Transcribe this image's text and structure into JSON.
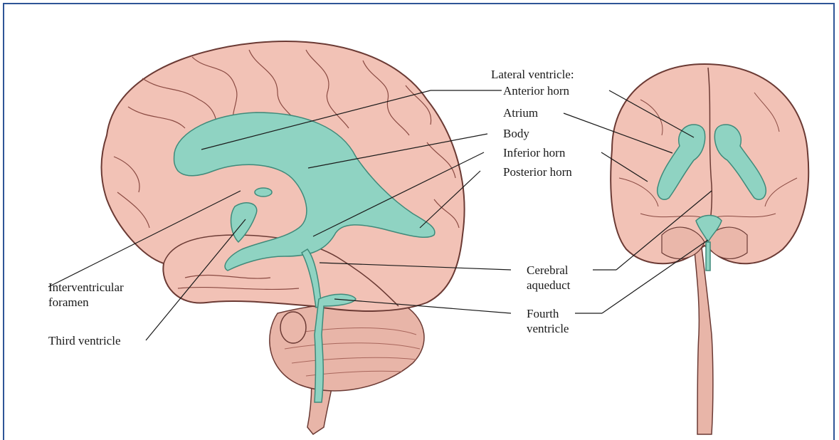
{
  "labels": {
    "lateral_ventricle": "Lateral ventricle:",
    "anterior_horn": "Anterior horn",
    "atrium": "Atrium",
    "body": "Body",
    "inferior_horn": "Inferior horn",
    "posterior_horn": "Posterior horn",
    "interventricular_1": "Interventricular",
    "interventricular_2": "foramen",
    "third_ventricle": "Third ventricle",
    "cerebral_aqueduct_1": "Cerebral",
    "cerebral_aqueduct_2": "aqueduct",
    "fourth_ventricle_1": "Fourth",
    "fourth_ventricle_2": "ventricle"
  },
  "colors": {
    "frame": "#2f5597",
    "brain_tissue": "#f2c2b6",
    "brain_outline": "#6b3a34",
    "ventricle": "#8fd3c2",
    "ventricle_outline": "#3f8a7a",
    "cerebellum": "#e8b5a8",
    "leader_line": "#1a1a1a"
  }
}
